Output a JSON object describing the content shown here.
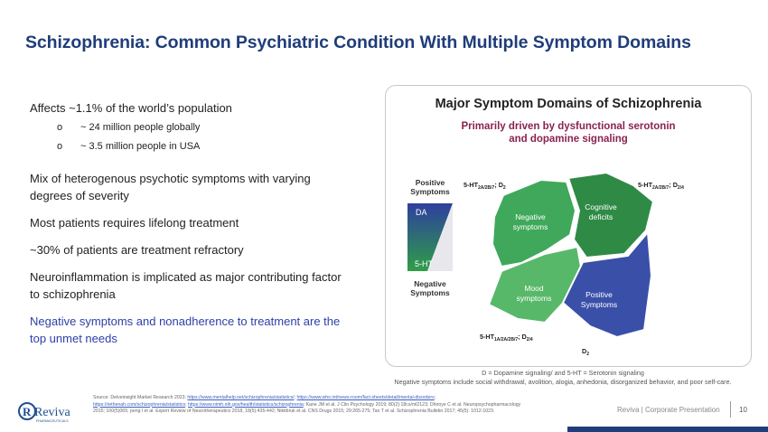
{
  "slide": {
    "title": "Schizophrenia: Common Psychiatric Condition With Multiple Symptom Domains",
    "affects": "Affects ~1.1% of the world’s population",
    "sub_items": [
      "~ 24 million people globally",
      "~ 3.5 million people in USA"
    ],
    "bullet_marker": "o",
    "mix": "Mix of heterogenous psychotic symptoms with varying degrees of severity",
    "lifelong": "Most patients requires lifelong treatment",
    "refractory": "~30% of patients are treatment refractory",
    "neuro": "Neuroinflammation is implicated as major contributing factor to schizophrenia",
    "highlight": "Negative symptoms and nonadherence to  treatment are the top unmet needs"
  },
  "panel": {
    "title": "Major Symptom Domains of Schizophrenia",
    "subtitle_line1": "Primarily driven by dysfunctional serotonin",
    "subtitle_line2": "and dopamine signaling",
    "positive_label_1": "Positive",
    "positive_label_2": "Symptoms",
    "negative_label_1": "Negative",
    "negative_label_2": "Symptoms",
    "da_label": "DA",
    "ht_label": "5-HT",
    "domains": {
      "negative_1": "Negative",
      "negative_2": "symptoms",
      "cognitive_1": "Cognitive",
      "cognitive_2": "deficits",
      "mood_1": "Mood",
      "mood_2": "symptoms",
      "positive_1": "Positive",
      "positive_2": "Symptoms"
    },
    "receptors": {
      "top_left_base": "5-HT",
      "top_left_sub": "2A/2B/7",
      "top_left_tail": "; D",
      "top_left_tail_sub": "2",
      "top_right_base": "5-HT",
      "top_right_sub": "2A/2B/7",
      "top_right_tail": "; D",
      "top_right_tail_sub": "2/4",
      "bottom_left_base": "5-HT",
      "bottom_left_sub": "1A/2A/2B/7",
      "bottom_left_tail": "; D",
      "bottom_left_tail_sub": "2/4",
      "bottom_base": "D",
      "bottom_sub": "2"
    },
    "colors": {
      "negative": "#3fa85a",
      "cognitive": "#2f8a46",
      "mood": "#58b86a",
      "positive": "#3a4fa8",
      "gradient_top": "#2e3f9e",
      "gradient_bottom": "#2f9e48"
    }
  },
  "footnote": {
    "line1": "D = Dopamine signaling/ and 5-HT = Serotonin signaling",
    "line2": "Negative symptoms include social withdrawal, avolition, alogia, anhedonia, disorganized behavior, and poor self-care."
  },
  "sources": {
    "lead": "Source: Delveinsight Market Research 2023; ",
    "link1": "https://www.mentalhelp.net/schizophrenia/statistics/",
    "link2": "https://www.who.int/news-room/fact-sheets/detail/mental-disorders",
    "link3": "https://rethenah.com/schizophrenia/statistics",
    "link4": "https://www.nimh.nih.gov/health/statistics/schizophrenia",
    "tail1": "; Kane JM et al. J Clin Psychology 2019; 80(2):18cs/ml2123; Dhiroye C et al. Neuropsychopharmacology",
    "tail2": "2015; 100(5)065; peng l et al. Expert Review of Neurotherapeutics 2018, 18(5):435-442; Nikitbruk et al. CNS Drugs 2015; 29:265-275; Tan T et al. Schizophrenia Bulletin 2017; 45(5): 1012-1023."
  },
  "logo": {
    "word": "Reviva",
    "tag": "PHARMACEUTICALS"
  },
  "footer": {
    "brand": "Reviva | Corporate Presentation",
    "page": "10"
  }
}
